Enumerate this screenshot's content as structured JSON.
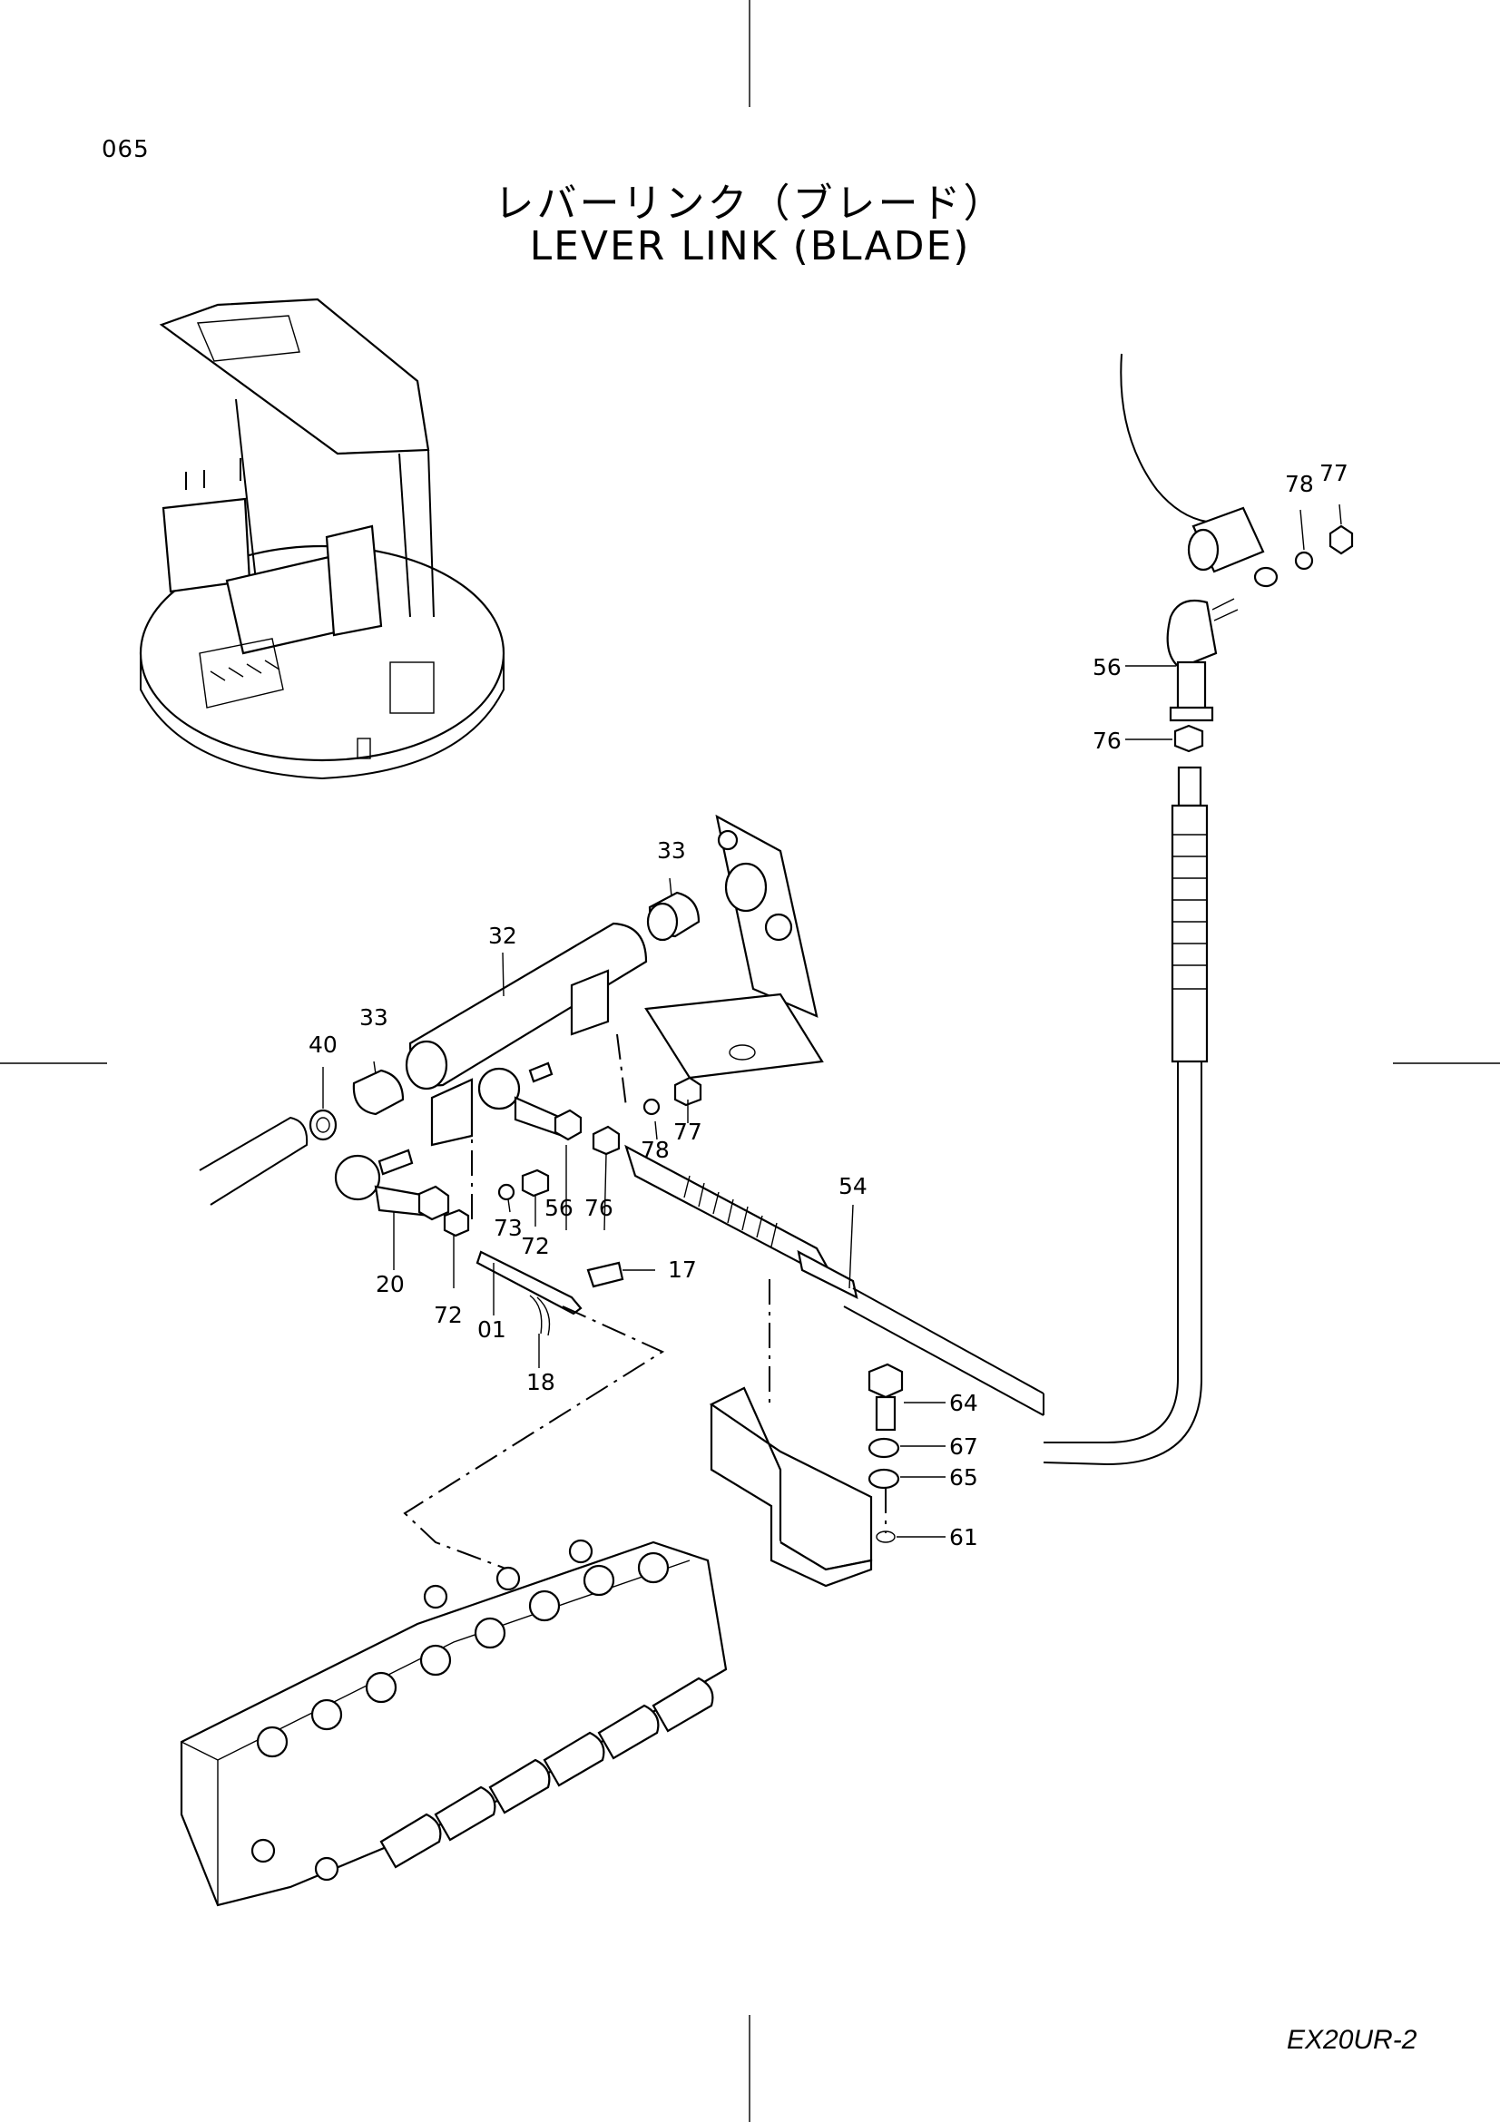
{
  "page_number": "065",
  "title_ja": "レバーリンク（ブレード）",
  "title_en": "LEVER LINK (BLADE)",
  "model_code": "EX20UR-2",
  "part_labels": {
    "p78a": "78",
    "p77a": "77",
    "p56a": "56",
    "p76a": "76",
    "p33a": "33",
    "p32": "32",
    "p33b": "33",
    "p40": "40",
    "p78b": "78",
    "p77b": "77",
    "p54": "54",
    "p73": "73",
    "p72a": "72",
    "p56b": "56",
    "p76b": "76",
    "p20": "20",
    "p72b": "72",
    "p17": "17",
    "p01": "01",
    "p18": "18",
    "p64": "64",
    "p67": "67",
    "p65": "65",
    "p61": "61"
  }
}
